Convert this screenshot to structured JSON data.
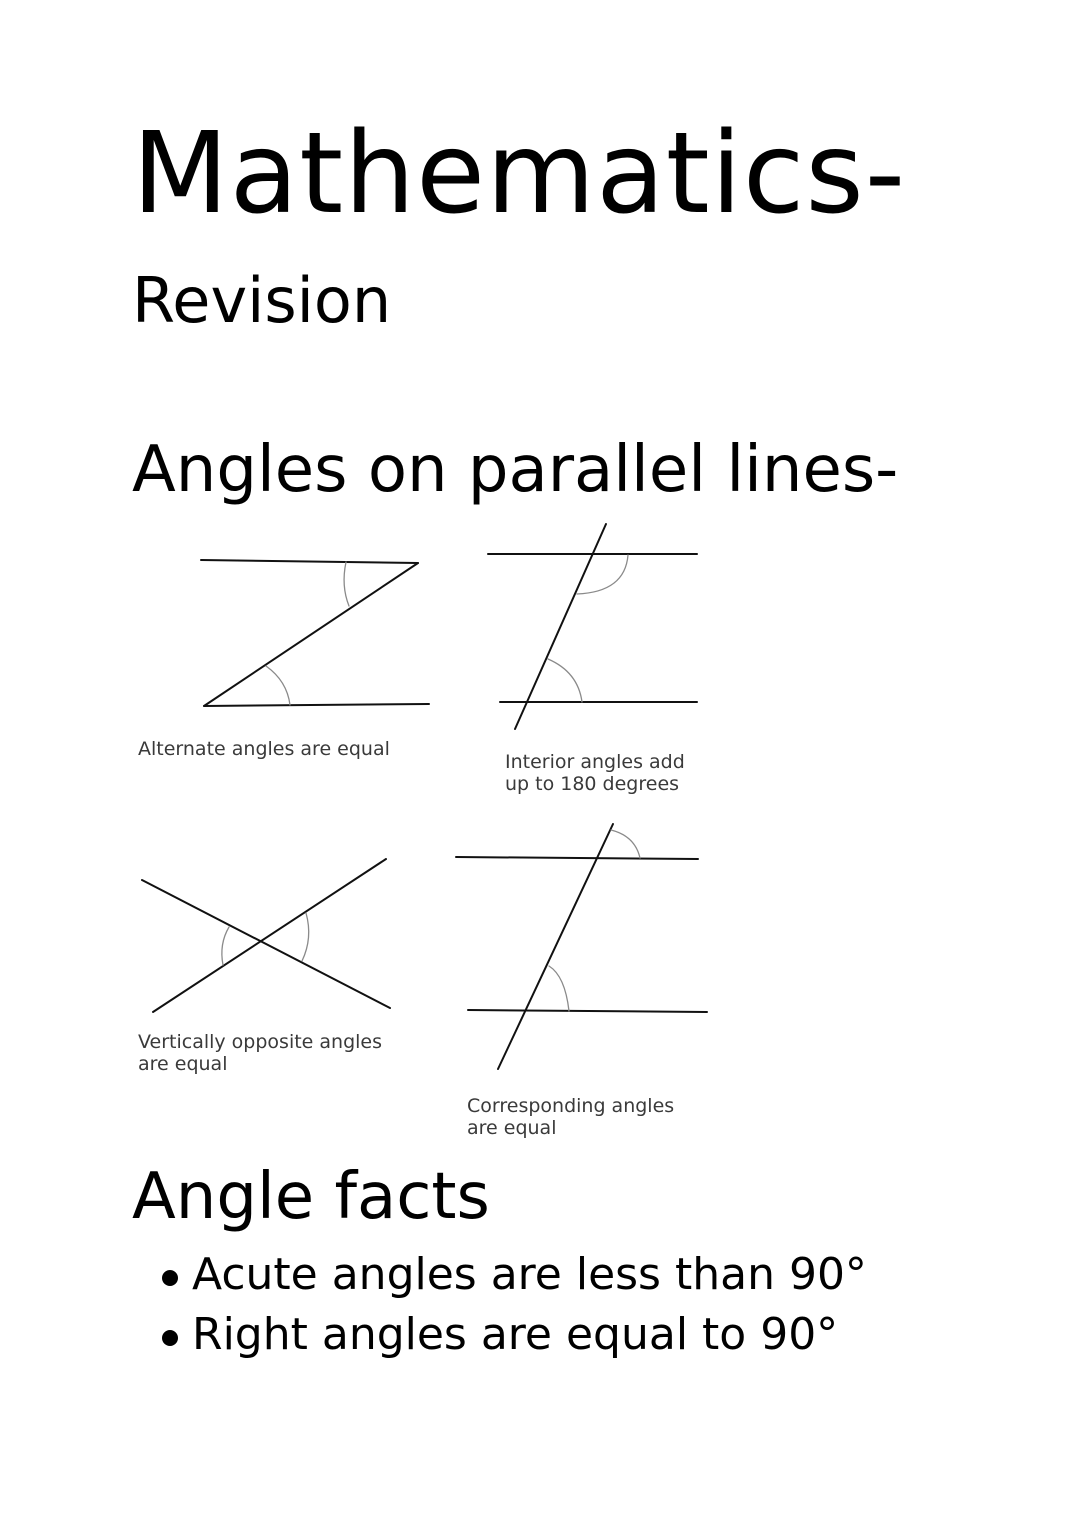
{
  "document": {
    "title": "Mathematics-",
    "subtitle": "Revision"
  },
  "sections": {
    "parallel_lines": {
      "heading": "Angles on parallel lines-",
      "diagrams": [
        {
          "id": "alternate",
          "caption_lines": [
            "Alternate angles are equal"
          ]
        },
        {
          "id": "interior",
          "caption_lines": [
            "Interior angles add",
            "up to 180 degrees"
          ]
        },
        {
          "id": "vertically-opposite",
          "caption_lines": [
            "Vertically opposite angles",
            "are equal"
          ]
        },
        {
          "id": "corresponding",
          "caption_lines": [
            "Corresponding angles",
            "are equal"
          ]
        }
      ]
    },
    "angle_facts": {
      "heading": "Angle facts",
      "items": [
        "Acute angles are less than 90°",
        "Right angles are equal to 90°"
      ]
    }
  },
  "colors": {
    "text": "#000000",
    "caption": "#3a3a3a",
    "line": "#111111",
    "arc": "#8a8a8a"
  }
}
